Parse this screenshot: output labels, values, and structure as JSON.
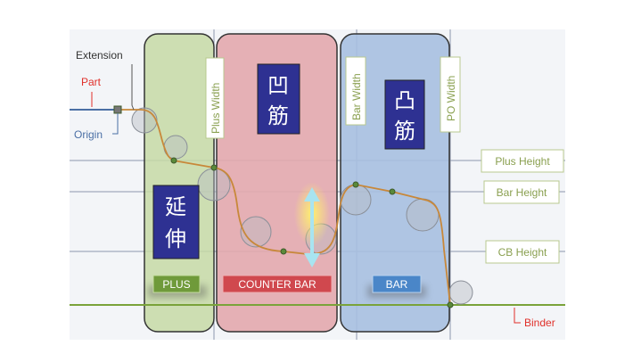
{
  "labels": {
    "extension": "Extension",
    "part": "Part",
    "origin": "Origin",
    "binder": "Binder",
    "plus_width": "Plus Width",
    "bar_width": "Bar Width",
    "po_width": "PO Width",
    "plus_height": "Plus Height",
    "bar_height": "Bar Height",
    "cb_height": "CB Height"
  },
  "regions": {
    "plus": {
      "button": "PLUS",
      "title_line1": "延",
      "title_line2": "伸",
      "color": "#c5d9a6"
    },
    "counter_bar": {
      "button": "COUNTER BAR",
      "title_line1": "凹",
      "title_line2": "筋",
      "color": "#e3a9ad"
    },
    "bar": {
      "button": "BAR",
      "title_line1": "凸",
      "title_line2": "筋",
      "color": "#a7c0e0"
    }
  },
  "colors": {
    "title_box": "#2e3192",
    "profile": "#c8883a",
    "binder_line": "#7aa33a",
    "label_text": "#8aa050",
    "red_text": "#e0302a",
    "arrow": "#a8e4f0"
  }
}
